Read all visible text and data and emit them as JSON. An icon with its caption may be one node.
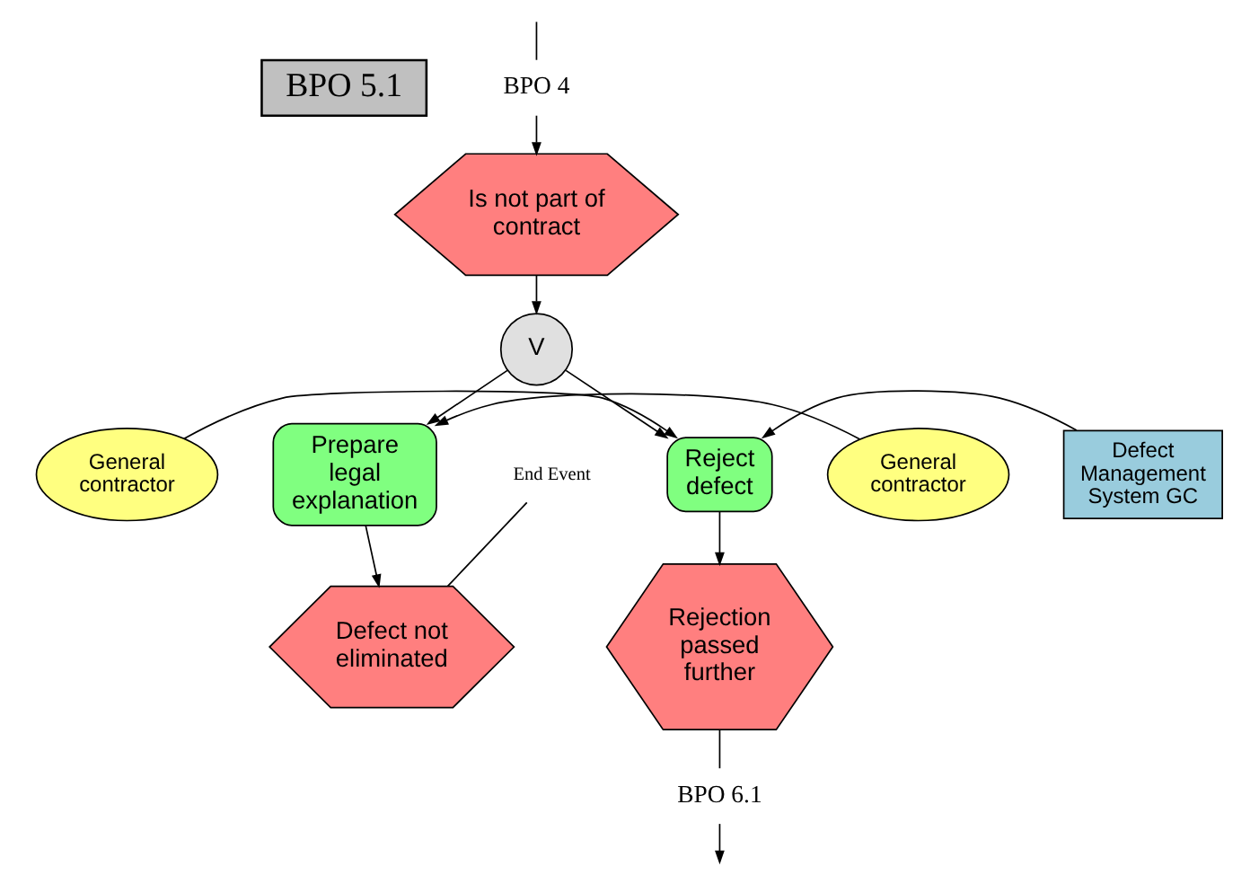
{
  "diagram": {
    "nodes": [
      {
        "text": [
          "BPO 5.1"
        ]
      },
      {
        "text": [
          "BPO 4"
        ]
      },
      {
        "text": [
          "Is not part of contract"
        ]
      },
      {
        "text": [
          "V"
        ]
      },
      {
        "text": [
          "Reject defect"
        ]
      },
      {
        "text": [
          "General contractor"
        ]
      },
      {
        "text": [
          "Defect Management System GC"
        ]
      },
      {
        "text": [
          "Rejection passed further"
        ]
      },
      {
        "text": [
          "BPO 6.1"
        ]
      },
      {
        "text": [
          "Prepare legal explanation"
        ]
      },
      {
        "text": [
          "General contractor"
        ]
      },
      {
        "text": [
          "Defect not eliminated"
        ]
      },
      {
        "text": [
          "End Event"
        ]
      }
    ],
    "edges": [
      {
        "from": null,
        "to": 1,
        "arrow": "none"
      },
      {
        "from": 1,
        "to": 2,
        "arrow": "to"
      },
      {
        "from": 2,
        "to": 3,
        "arrow": "to"
      },
      {
        "from": 3,
        "to": 4,
        "arrow": "to"
      },
      {
        "from": 3,
        "to": 9,
        "arrow": "to"
      },
      {
        "from": 5,
        "to": 4,
        "arrow": "to"
      },
      {
        "from": 6,
        "to": 4,
        "arrow": "to"
      },
      {
        "from": 4,
        "to": 7,
        "arrow": "to"
      },
      {
        "from": 7,
        "to": 8,
        "arrow": "none"
      },
      {
        "from": 8,
        "to": null,
        "arrow": "to"
      },
      {
        "from": 10,
        "to": 9,
        "arrow": "to"
      },
      {
        "from": 9,
        "to": 11,
        "arrow": "to"
      },
      {
        "from": 12,
        "to": 11,
        "arrow": "none"
      }
    ]
  }
}
